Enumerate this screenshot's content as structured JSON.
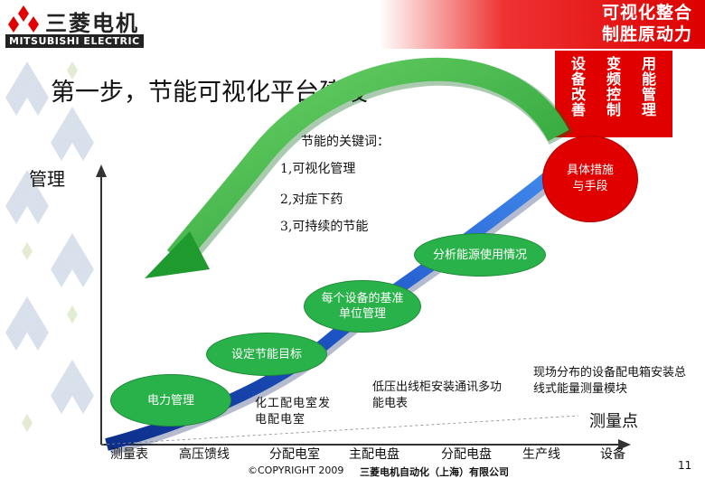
{
  "header": {
    "logo_cn": "三菱电机",
    "logo_en": "MITSUBISHI ELECTRIC",
    "tagline_line1": "可视化整合",
    "tagline_line2": "制胜原动力"
  },
  "title": "第一步，节能可视化平台建设",
  "panel": {
    "col1": "设备改善",
    "col2": "变频控制",
    "col3": "用能管理"
  },
  "keywords": {
    "heading": "节能的关键词：",
    "item1": "1,可视化管理",
    "item2": "2,对症下药",
    "item3": "3,可持续的节能"
  },
  "y_axis_label": "管理",
  "measures": "具体措施与手段",
  "stairs": {
    "analyze": "分析能源使用情况",
    "baseline": "每个设备的基准单位管理",
    "target": "设定节能目标",
    "power": "电力管理"
  },
  "annotations": {
    "chem": "化工配电室发电配电室",
    "lowvolt": "低压出线柜安装通讯多功能电表",
    "field": "现场分布的设备配电箱安装总线式能量测量模块",
    "points": "测量点"
  },
  "x_axis": {
    "t1": "测量表",
    "t2": "高压馈线",
    "t3": "分配电室",
    "t4": "主配电盘",
    "t5": "分配电盘",
    "t6": "生产线",
    "t7": "设备"
  },
  "footer": {
    "copyright": "©COPYRIGHT 2009",
    "company": "三菱电机自动化（上海）有限公司",
    "page": "11"
  },
  "colors": {
    "accent_red": "#e10000",
    "green": "#2ab24a",
    "arrow_blue": "#1e56c8"
  }
}
